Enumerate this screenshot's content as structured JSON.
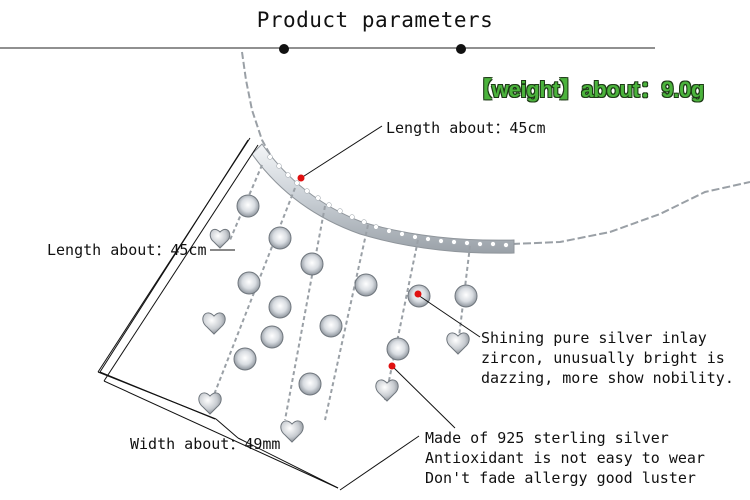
{
  "title": "Product parameters",
  "weight_label": "【weight】about：9.0g",
  "length_label_1": "Length about：45cm",
  "length_label_2": "Length about：45cm",
  "width_label": "Width about：49mm",
  "zircon_lines": [
    "Shining pure silver inlay",
    "zircon, unusually bright is",
    "dazzing, more show nobility."
  ],
  "material_lines": [
    "Made of 925 sterling silver",
    "Antioxidant is not easy to wear",
    "Don't fade allergy good luster"
  ],
  "colors": {
    "weight_green": "#4bb33c",
    "marker_red": "#e01010",
    "line_black": "#111111"
  }
}
